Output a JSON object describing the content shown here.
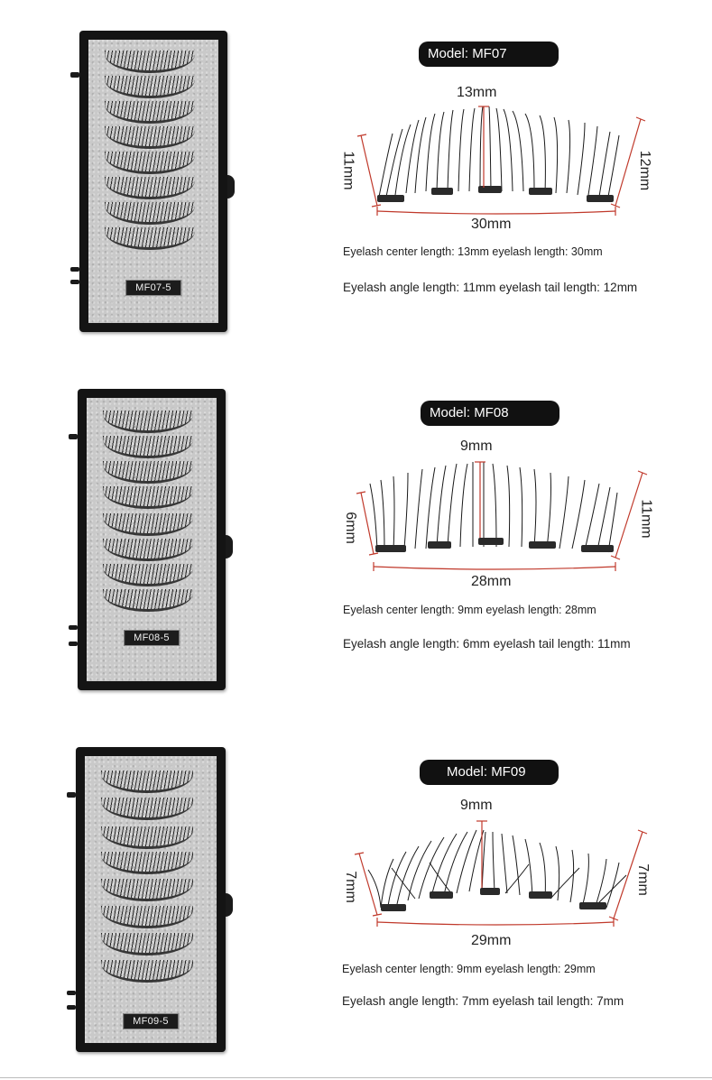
{
  "products": [
    {
      "model_label": "Model: MF07",
      "box_label": "MF07-5",
      "center_dim": "13mm",
      "angle_dim": "11mm",
      "tail_dim": "12mm",
      "width_dim": "30mm",
      "spec_line1": "Eyelash center length: 13mm eyelash length: 30mm",
      "spec_line2": "Eyelash angle length: 11mm eyelash tail length: 12mm"
    },
    {
      "model_label": "Model: MF08",
      "box_label": "MF08-5",
      "center_dim": "9mm",
      "angle_dim": "6mm",
      "tail_dim": "11mm",
      "width_dim": "28mm",
      "spec_line1": "Eyelash center length: 9mm eyelash length: 28mm",
      "spec_line2": "Eyelash angle length: 6mm eyelash tail length: 11mm"
    },
    {
      "model_label": "Model: MF09",
      "box_label": "MF09-5",
      "center_dim": "9mm",
      "angle_dim": "7mm",
      "tail_dim": "7mm",
      "width_dim": "29mm",
      "spec_line1": "Eyelash center length: 9mm eyelash length: 29mm",
      "spec_line2": "Eyelash angle length: 7mm eyelash tail length: 7mm"
    }
  ],
  "colors": {
    "box": "#141414",
    "card": "#c9c9c9",
    "pill": "#111111",
    "dim_line": "#c0392b"
  }
}
